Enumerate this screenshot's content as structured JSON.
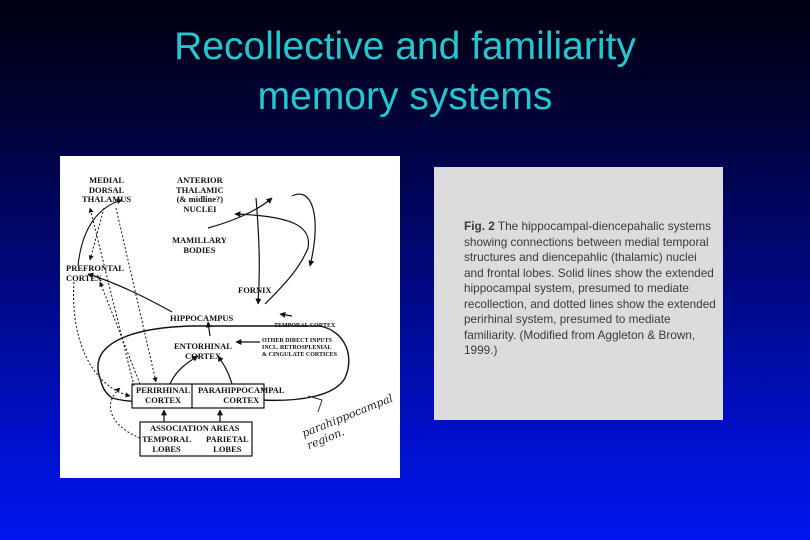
{
  "slide": {
    "title_line1": "Recollective and familiarity",
    "title_line2": "memory systems"
  },
  "diagram": {
    "nodes": {
      "medial_dorsal_thalamus": [
        "MEDIAL",
        "DORSAL",
        "THALAMUS"
      ],
      "anterior_thalamic_nuclei": [
        "ANTERIOR",
        "THALAMIC",
        "(& midline?)",
        "NUCLEI"
      ],
      "mamillary_bodies": [
        "MAMILLARY",
        "BODIES"
      ],
      "prefrontal_cortex": [
        "PREFRONTAL",
        "CORTEX"
      ],
      "fornix": "FORNIX",
      "hippocampus": "HIPPOCAMPUS",
      "temporal_cortex": "TEMPORAL CORTEX",
      "entorhinal_cortex": [
        "ENTORHINAL",
        "CORTEX"
      ],
      "other_direct_inputs": [
        "OTHER DIRECT INPUTS",
        "INCL. RETROSPLENIAL",
        "& CINGULATE CORTICES"
      ],
      "perirhinal_cortex": [
        "PERIRHINAL",
        "CORTEX"
      ],
      "parahippocampal_cortex": [
        "PARAHIPPOCAMPAL",
        "CORTEX"
      ],
      "association_areas": "ASSOCIATION AREAS",
      "temporal_lobes": [
        "TEMPORAL",
        "LOBES"
      ],
      "parietal_lobes": [
        "PARIETAL",
        "LOBES"
      ]
    },
    "handwritten_note": [
      "parahippocampal",
      "region."
    ]
  },
  "caption": {
    "label": "Fig. 2",
    "text": " The hippocampal-diencepahalic systems showing connections between medial temporal structures and diencepahlic (thalamic) nuclei and frontal lobes. Solid lines show the extended hippocampal system, presumed to mediate recollection, and dotted lines show the extended perirhinal system, presumed to mediate familiarity. (Modified from Aggleton & Brown, 1999.)"
  }
}
